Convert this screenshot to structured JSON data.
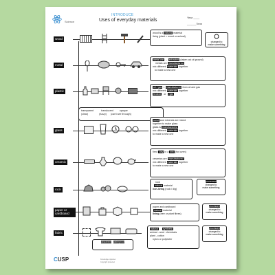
{
  "header": {
    "subject": "Science",
    "unit": "INTRODUCE",
    "title": "Uses of everyday materials",
    "year_label": "Year ____",
    "term_label": "______Term"
  },
  "materials": [
    {
      "label": "wood"
    },
    {
      "label": "metal"
    },
    {
      "label": "plastic"
    },
    {
      "label": "glass"
    },
    {
      "label": "ceramic"
    },
    {
      "label": "rock"
    },
    {
      "label": "paper or cardboard"
    },
    {
      "label": "fabric"
    }
  ],
  "wood": {
    "box1_a": "wood is a",
    "box1_b": "natural",
    "box1_c": "material",
    "box1_d": "living (plant = wood or animal)",
    "side_b": "changed to",
    "side_c": "make something"
  },
  "metal": {
    "b1": "metal ore",
    "b2": "extracted",
    "b3": "(taken out of ground)",
    "b4": "metals are",
    "b5": "manufactured",
    "b6": "mix different",
    "b7": "materials",
    "b8": "together",
    "b9": "to make a new one"
  },
  "plastic": {
    "b1": "oil / gas",
    "b2": "manufactured",
    "b3": "from oil and gas",
    "b4": "mix different",
    "b5": "materials",
    "b6": "together",
    "b7": "flexible",
    "b8": "or",
    "b9": "rigid"
  },
  "transparency": {
    "t1": "transparent",
    "t1b": "(clear)",
    "t2": "translucent",
    "t2b": "(fuzzy)",
    "t3": "opaque",
    "t3b": "(can't see through)"
  },
  "glass": {
    "b1": "sand",
    "b2": "and minerals",
    "b3": "are mixed",
    "b4": "together to make glass",
    "b5": "glass is",
    "b6": "manufactured",
    "b7": "mix different",
    "b8": "materials",
    "b9": "together",
    "b10": "to make a new one"
  },
  "ceramic": {
    "b1": "fired",
    "b2": "clay",
    "b3": "in a",
    "b4": "kiln",
    "b5": "(hot oven)",
    "b6": "ceramics are",
    "b7": "manufactured",
    "b8": "mix different",
    "b9": "materials",
    "b10": "together",
    "b11": "to make a new one"
  },
  "rock": {
    "b1": "rock",
    "b2": "natural",
    "b3": "material",
    "b4": "non-living",
    "b5": "(rock / dig)",
    "side1": "processed",
    "side2": "changed to",
    "side3": "make something"
  },
  "paper": {
    "b1": "paper and cardboard",
    "b2": "natural",
    "b3": "material",
    "b4": "living",
    "b5": "(tree or plant fibres)",
    "side1": "processed",
    "side2": "changed to",
    "side3": "make something"
  },
  "fabric": {
    "b1": "natural",
    "b2": "animal - wool",
    "b3": "plant - cotton",
    "b4": "synthetic",
    "b5": "chemicals",
    "b6": "nylon or polyester",
    "s1": "absorbent",
    "s2": "waterproof",
    "side1": "processed",
    "side2": "changed to",
    "side3": "make something"
  },
  "footer": {
    "logo_a": "C",
    "logo_b": "USP",
    "line1": "Knowledge organiser",
    "line2": "Copyright protected"
  }
}
